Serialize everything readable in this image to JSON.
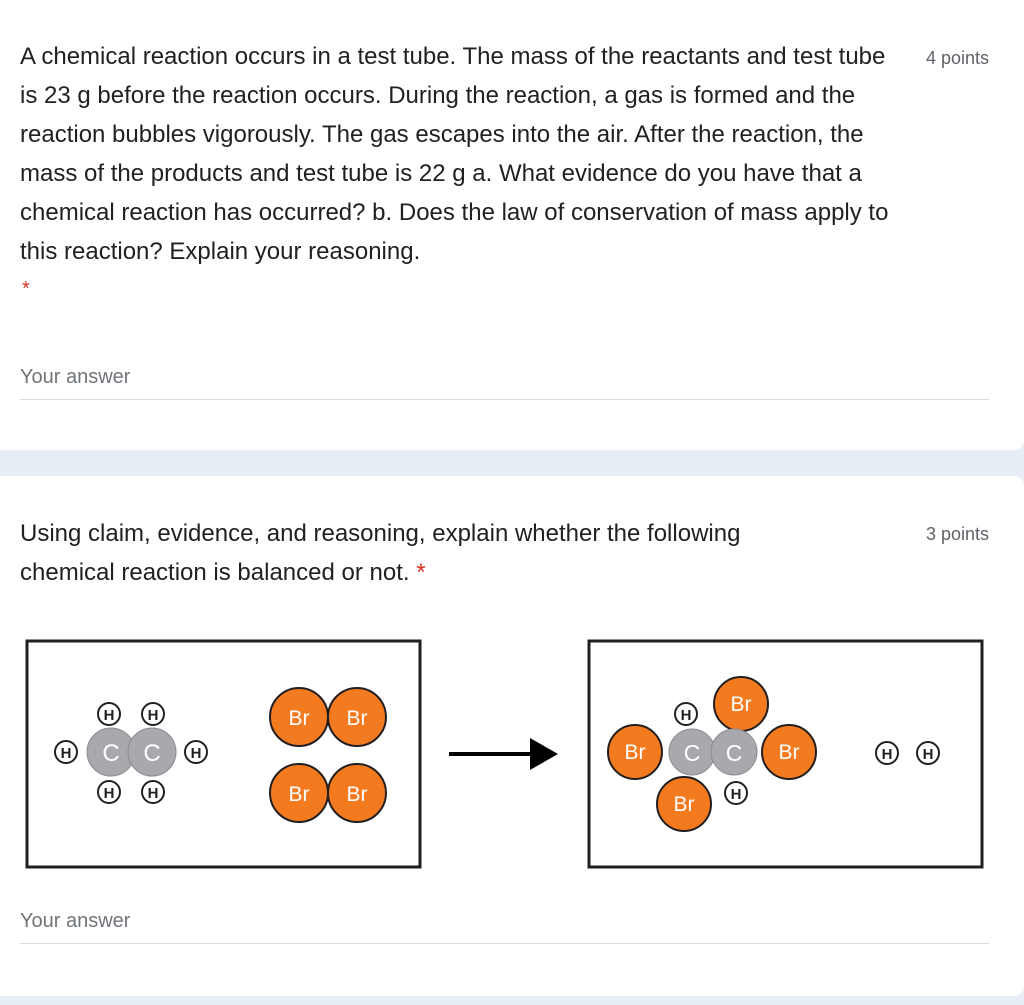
{
  "question1": {
    "title": "A chemical reaction occurs in a test tube. The mass of the reactants and test tube is 23 g before the reaction occurs. During the reaction, a gas is formed and the reaction bubbles vigorously. The gas escapes into the air. After the reaction, the mass of the products and test tube is 22 g a. What evidence do you have that a chemical reaction has occurred? b. Does the law of conservation of mass apply to this reaction? Explain your reasoning.",
    "required_mark": "*",
    "points": "4 points",
    "answer_placeholder": "Your answer"
  },
  "question2": {
    "title": "Using claim, evidence, and reasoning, explain whether the following chemical reaction is balanced or not.",
    "required_mark": "*",
    "points": "3 points",
    "answer_placeholder": "Your answer"
  },
  "diagram": {
    "hydrogen": "H",
    "carbon": "C",
    "bromine": "Br",
    "colors": {
      "bromine": "#f47a20",
      "carbon": "#a7a9ac",
      "hydrogen": "#ffffff",
      "outline": "#231f20"
    }
  }
}
